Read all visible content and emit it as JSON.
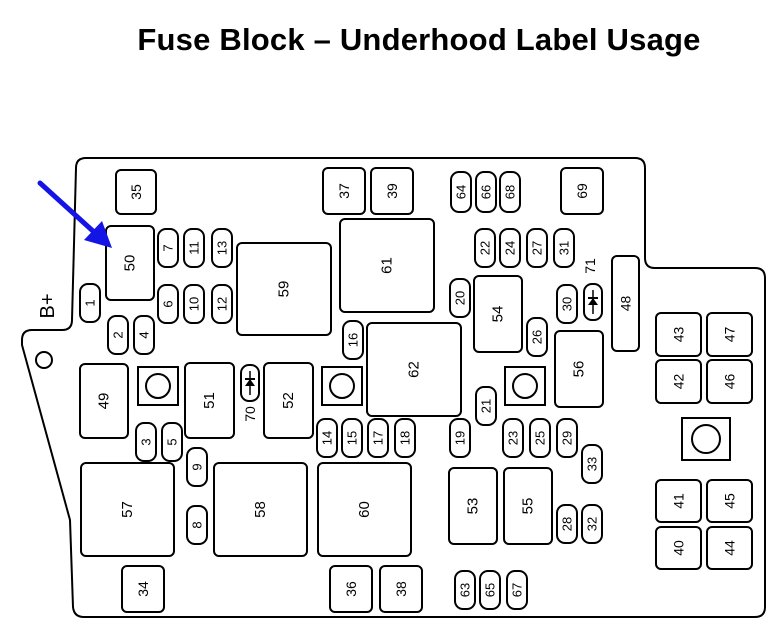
{
  "title": "Fuse Block – Underhood Label Usage",
  "battery_label": "B+",
  "arrow_color": "#1414e6",
  "components": [
    {
      "id": "35",
      "label": "35"
    },
    {
      "id": "37",
      "label": "37"
    },
    {
      "id": "39",
      "label": "39"
    },
    {
      "id": "64",
      "label": "64"
    },
    {
      "id": "66",
      "label": "66"
    },
    {
      "id": "68",
      "label": "68"
    },
    {
      "id": "69",
      "label": "69"
    },
    {
      "id": "50",
      "label": "50"
    },
    {
      "id": "7",
      "label": "7"
    },
    {
      "id": "11",
      "label": "11"
    },
    {
      "id": "13",
      "label": "13"
    },
    {
      "id": "6",
      "label": "6"
    },
    {
      "id": "10",
      "label": "10"
    },
    {
      "id": "12",
      "label": "12"
    },
    {
      "id": "59",
      "label": "59"
    },
    {
      "id": "61",
      "label": "61"
    },
    {
      "id": "22",
      "label": "22"
    },
    {
      "id": "24",
      "label": "24"
    },
    {
      "id": "27",
      "label": "27"
    },
    {
      "id": "31",
      "label": "31"
    },
    {
      "id": "71",
      "label": "71"
    },
    {
      "id": "20",
      "label": "20"
    },
    {
      "id": "54",
      "label": "54"
    },
    {
      "id": "30",
      "label": "30"
    },
    {
      "id": "48",
      "label": "48"
    },
    {
      "id": "1",
      "label": "1"
    },
    {
      "id": "2",
      "label": "2"
    },
    {
      "id": "4",
      "label": "4"
    },
    {
      "id": "16",
      "label": "16"
    },
    {
      "id": "62",
      "label": "62"
    },
    {
      "id": "26",
      "label": "26"
    },
    {
      "id": "56",
      "label": "56"
    },
    {
      "id": "43",
      "label": "43"
    },
    {
      "id": "47",
      "label": "47"
    },
    {
      "id": "49",
      "label": "49"
    },
    {
      "id": "51",
      "label": "51"
    },
    {
      "id": "70",
      "label": "70"
    },
    {
      "id": "52",
      "label": "52"
    },
    {
      "id": "42",
      "label": "42"
    },
    {
      "id": "46",
      "label": "46"
    },
    {
      "id": "21",
      "label": "21"
    },
    {
      "id": "3",
      "label": "3"
    },
    {
      "id": "5",
      "label": "5"
    },
    {
      "id": "14",
      "label": "14"
    },
    {
      "id": "15",
      "label": "15"
    },
    {
      "id": "17",
      "label": "17"
    },
    {
      "id": "18",
      "label": "18"
    },
    {
      "id": "19",
      "label": "19"
    },
    {
      "id": "23",
      "label": "23"
    },
    {
      "id": "25",
      "label": "25"
    },
    {
      "id": "29",
      "label": "29"
    },
    {
      "id": "33",
      "label": "33"
    },
    {
      "id": "9",
      "label": "9"
    },
    {
      "id": "57",
      "label": "57"
    },
    {
      "id": "58",
      "label": "58"
    },
    {
      "id": "60",
      "label": "60"
    },
    {
      "id": "53",
      "label": "53"
    },
    {
      "id": "55",
      "label": "55"
    },
    {
      "id": "41",
      "label": "41"
    },
    {
      "id": "45",
      "label": "45"
    },
    {
      "id": "8",
      "label": "8"
    },
    {
      "id": "28",
      "label": "28"
    },
    {
      "id": "32",
      "label": "32"
    },
    {
      "id": "40",
      "label": "40"
    },
    {
      "id": "44",
      "label": "44"
    },
    {
      "id": "34",
      "label": "34"
    },
    {
      "id": "36",
      "label": "36"
    },
    {
      "id": "38",
      "label": "38"
    },
    {
      "id": "63",
      "label": "63"
    },
    {
      "id": "65",
      "label": "65"
    },
    {
      "id": "67",
      "label": "67"
    }
  ]
}
